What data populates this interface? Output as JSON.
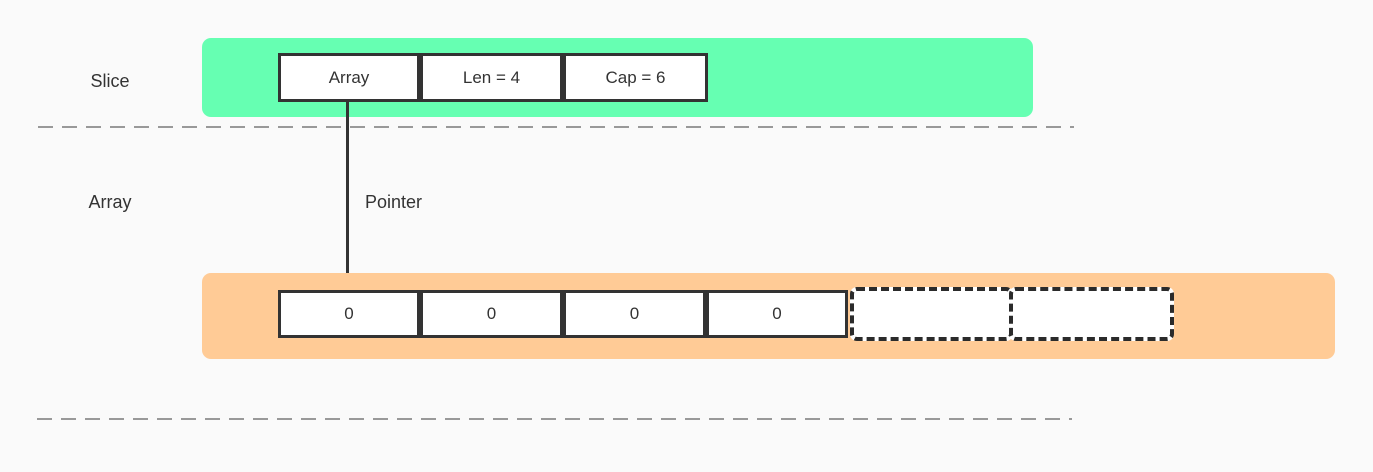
{
  "colors": {
    "background": "#fafafa",
    "slice_band": "#66ffb2",
    "array_band": "#ffcb96",
    "box_border": "#333333",
    "box_fill": "#ffffff",
    "text": "#333333",
    "divider": "#999999",
    "arrow": "#333333"
  },
  "slice_section": {
    "label": "Slice",
    "fields": [
      {
        "name": "array",
        "label": "Array"
      },
      {
        "name": "len",
        "label": "Len = 4"
      },
      {
        "name": "cap",
        "label": "Cap = 6"
      }
    ]
  },
  "pointer": {
    "label": "Pointer"
  },
  "array_section": {
    "label": "Array",
    "cells": [
      {
        "value": "0",
        "border": "solid"
      },
      {
        "value": "0",
        "border": "solid"
      },
      {
        "value": "0",
        "border": "solid"
      },
      {
        "value": "0",
        "border": "solid"
      },
      {
        "value": "",
        "border": "dashed"
      },
      {
        "value": "",
        "border": "dashed"
      }
    ]
  }
}
